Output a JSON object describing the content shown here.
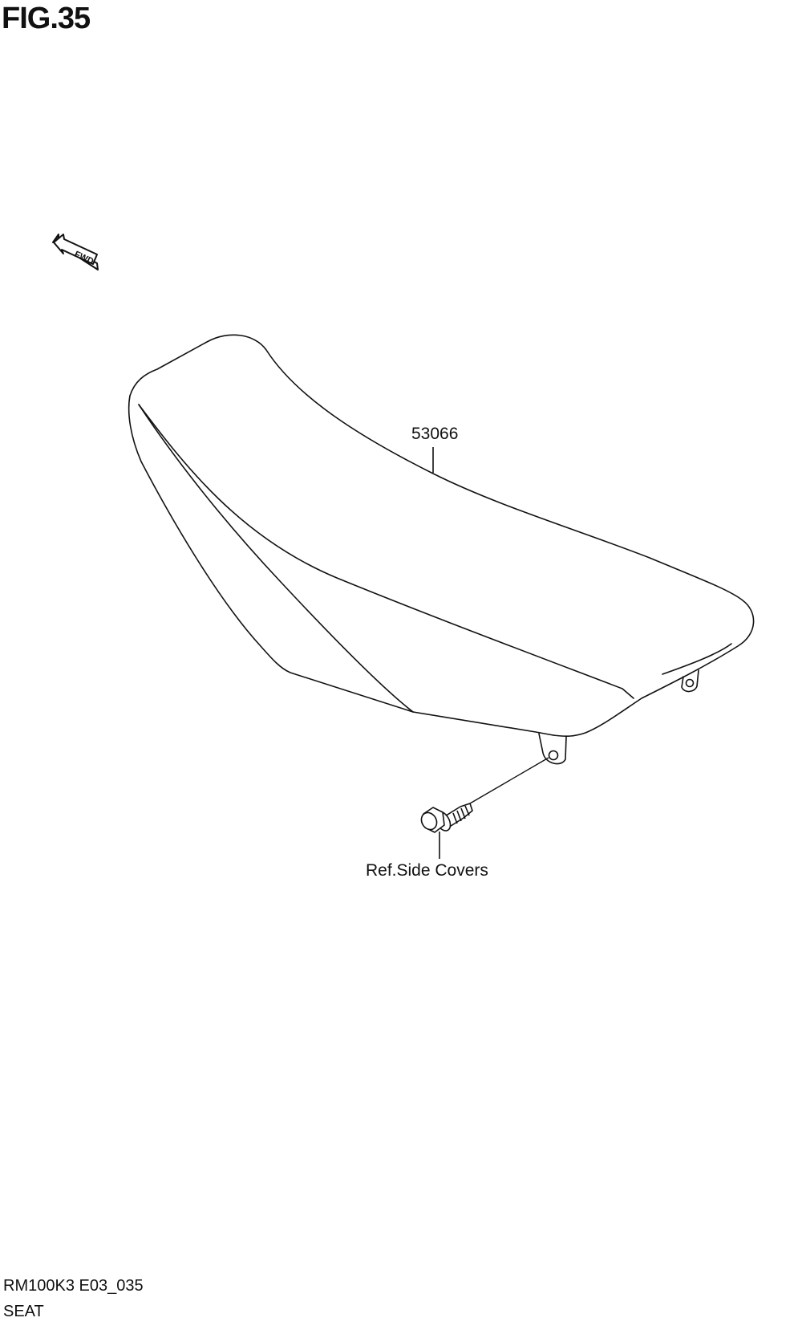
{
  "figure": {
    "title": "FIG.35"
  },
  "direction_arrow": {
    "label": "FWD",
    "icon": "forward-arrow-icon"
  },
  "parts": [
    {
      "id": "seat",
      "number": "53066"
    }
  ],
  "references": [
    {
      "id": "bolt",
      "label": "Ref.Side Covers"
    }
  ],
  "footer": {
    "model_code": "RM100K3 E03_035",
    "section_name": "SEAT"
  },
  "colors": {
    "line": "#111111",
    "background": "#ffffff"
  }
}
